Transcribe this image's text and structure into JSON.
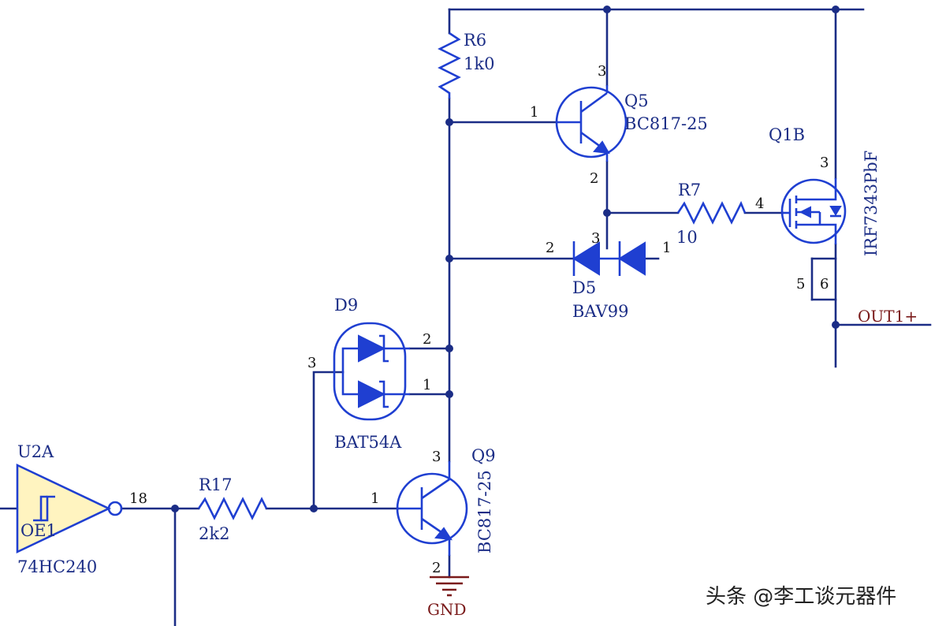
{
  "components": {
    "r6": {
      "ref": "R6",
      "value": "1k0"
    },
    "r7": {
      "ref": "R7",
      "value": "10"
    },
    "r17": {
      "ref": "R17",
      "value": "2k2"
    },
    "q5": {
      "ref": "Q5",
      "value": "BC817-25",
      "pins": [
        "1",
        "2",
        "3"
      ]
    },
    "q9": {
      "ref": "Q9",
      "value": "BC817-25",
      "pins": [
        "1",
        "2",
        "3"
      ]
    },
    "q1b": {
      "ref": "Q1B",
      "value": "IRF7343PbF",
      "pins": [
        "3",
        "4",
        "5",
        "6"
      ]
    },
    "d5": {
      "ref": "D5",
      "value": "BAV99",
      "pins": [
        "1",
        "2",
        "3"
      ]
    },
    "d9": {
      "ref": "D9",
      "value": "BAT54A",
      "pins": [
        "1",
        "2",
        "3"
      ]
    },
    "u2a": {
      "ref": "U2A",
      "value": "74HC240",
      "pin_label": "OE1",
      "pin": "18"
    }
  },
  "nets": {
    "out1": "OUT1+",
    "gnd": "GND"
  },
  "watermark": "头条 @李工谈元器件",
  "colors": {
    "wire": "#1b2d86",
    "symbol": "#1f3fd1",
    "net_label": "#7a1a1a",
    "buffer_fill": "#fff4c0"
  }
}
